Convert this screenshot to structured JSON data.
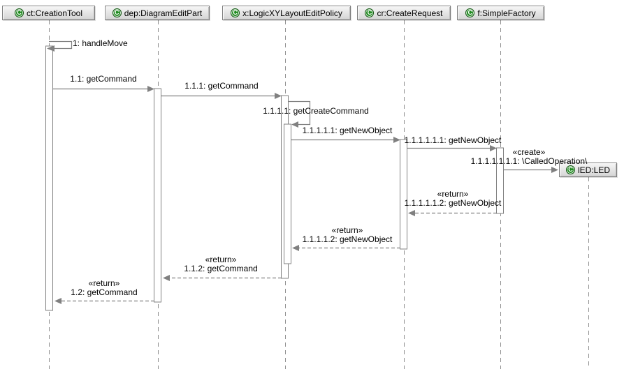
{
  "diagram_type": "uml-sequence-diagram",
  "icon_letter": "C",
  "colors": {
    "line": "#808080",
    "lifeline": "#8f8f8f",
    "box_fill_top": "#f6f6f6",
    "box_fill_bottom": "#d4d4d4",
    "box_border": "#7d7d7d",
    "class_icon_green": "#1f8a1f",
    "text": "#000000",
    "background": "#ffffff"
  },
  "lifelines": [
    {
      "id": "ct",
      "label": "ct:CreationTool"
    },
    {
      "id": "dep",
      "label": "dep:DiagramEditPart"
    },
    {
      "id": "x",
      "label": "x:LogicXYLayoutEditPolicy"
    },
    {
      "id": "cr",
      "label": "cr:CreateRequest"
    },
    {
      "id": "f",
      "label": "f:SimpleFactory"
    },
    {
      "id": "lED",
      "label": "lED:LED"
    }
  ],
  "messages": [
    {
      "seq": "1",
      "label": "1: handleMove",
      "stereotype": "",
      "kind": "self-call",
      "from": "ct",
      "to": "ct"
    },
    {
      "seq": "1.1",
      "label": "1.1: getCommand",
      "stereotype": "",
      "kind": "call",
      "from": "ct",
      "to": "dep"
    },
    {
      "seq": "1.1.1",
      "label": "1.1.1: getCommand",
      "stereotype": "",
      "kind": "call",
      "from": "dep",
      "to": "x"
    },
    {
      "seq": "1.1.1.1",
      "label": "1.1.1.1: getCreateCommand",
      "stereotype": "",
      "kind": "self-call",
      "from": "x",
      "to": "x"
    },
    {
      "seq": "1.1.1.1.1",
      "label": "1.1.1.1.1: getNewObject",
      "stereotype": "",
      "kind": "call",
      "from": "x",
      "to": "cr"
    },
    {
      "seq": "1.1.1.1.1.1",
      "label": "1.1.1.1.1.1: getNewObject",
      "stereotype": "",
      "kind": "call",
      "from": "cr",
      "to": "f"
    },
    {
      "seq": "1.1.1.1.1.1.1",
      "label": "1.1.1.1.1.1.1: \\CalledOperation\\",
      "stereotype": "«create»",
      "kind": "create",
      "from": "f",
      "to": "lED"
    },
    {
      "seq": "1.1.1.1.1.2",
      "label": "1.1.1.1.1.2: getNewObject",
      "stereotype": "«return»",
      "kind": "return",
      "from": "f",
      "to": "cr"
    },
    {
      "seq": "1.1.1.1.2",
      "label": "1.1.1.1.2: getNewObject",
      "stereotype": "«return»",
      "kind": "return",
      "from": "cr",
      "to": "x"
    },
    {
      "seq": "1.1.2",
      "label": "1.1.2: getCommand",
      "stereotype": "«return»",
      "kind": "return",
      "from": "x",
      "to": "dep"
    },
    {
      "seq": "1.2",
      "label": "1.2: getCommand",
      "stereotype": "«return»",
      "kind": "return",
      "from": "dep",
      "to": "ct"
    }
  ]
}
